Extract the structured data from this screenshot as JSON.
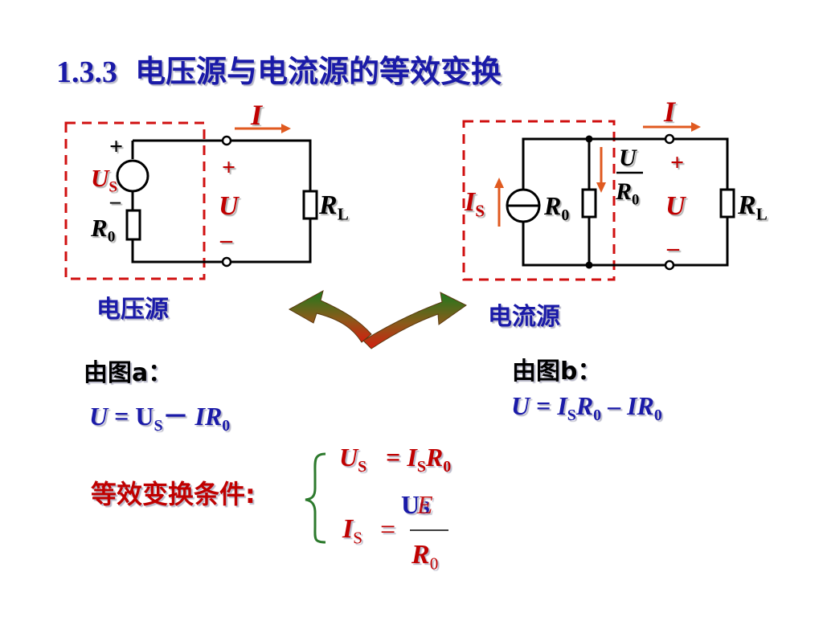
{
  "slide": {
    "title_number": "1.3.3",
    "title_text": "电压源与电流源的等效变换"
  },
  "circuit_a": {
    "plus_top": "+",
    "source_label": "U",
    "source_sub": "S",
    "minus": "–",
    "resistor_label": "R",
    "resistor_sub": "0",
    "current_label": "I",
    "out_plus": "+",
    "out_voltage": "U",
    "out_minus": "–",
    "load_label": "R",
    "load_sub": "L",
    "caption": "电压源"
  },
  "circuit_b": {
    "source_label": "I",
    "source_sub": "S",
    "resistor_label": "R",
    "resistor_sub": "0",
    "branch_current_num": "U",
    "branch_current_den": "R",
    "branch_current_den_sub": "0",
    "current_label": "I",
    "out_plus": "+",
    "out_voltage": "U",
    "out_minus": "–",
    "load_label": "R",
    "load_sub": "L",
    "caption": "电流源"
  },
  "derivation_a": {
    "heading": "由图a：",
    "equation_lhs": "U",
    "equation_eq": " = U",
    "equation_sub": "S",
    "equation_rest": "－ ",
    "equation_ir": "IR",
    "equation_ir_sub": "0"
  },
  "derivation_b": {
    "heading": "由图b：",
    "equation_lhs": "U",
    "equation_eq": " = ",
    "equation_is": "I",
    "equation_is_sub": "S",
    "equation_r": "R",
    "equation_r_sub": "0",
    "equation_minus": " – ",
    "equation_ir": "IR",
    "equation_ir_sub": "0"
  },
  "conditions": {
    "label": "等效变换条件:",
    "line1_us": "U",
    "line1_us_sub": "S",
    "line1_eq": "= ",
    "line1_is": "I",
    "line1_is_sub": "S",
    "line1_r": "R",
    "line1_r_sub": "0",
    "line2_is": "I",
    "line2_is_sub": "S",
    "line2_eq": "=",
    "frac_num_us": "Us",
    "frac_num_e": "E",
    "frac_den": "R",
    "frac_den_sub": "0"
  },
  "colors": {
    "title": "#1a1aa8",
    "accent_red": "#c00000",
    "dashed_box": "#d01010",
    "arrow_orange": "#e05a20",
    "wire": "#000000"
  }
}
